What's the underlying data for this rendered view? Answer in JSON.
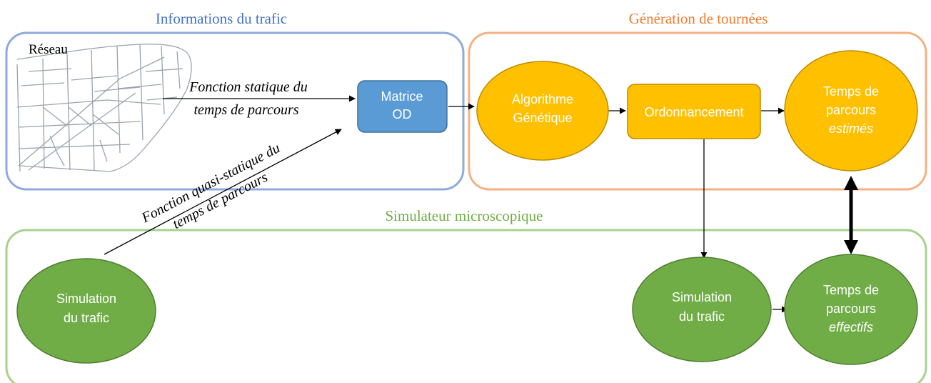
{
  "colors": {
    "traffic": "#8faadc",
    "traffic_title": "#4472c4",
    "tours": "#f4b183",
    "tours_title": "#ed7d31",
    "micro": "#a9d18e",
    "micro_title": "#70ad47",
    "blue_fill": "#5b9bd5",
    "blue_stroke": "#41719c",
    "yellow_fill": "#ffc000",
    "yellow_stroke": "#bc8c00",
    "green_fill": "#70ad47",
    "green_stroke": "#507e32",
    "road": "#9aa3ae"
  },
  "groups": {
    "traffic_info": "Informations du trafic",
    "tour_generation": "Génération de tournées",
    "micro_simulator": "Simulateur microscopique"
  },
  "network": {
    "label": "Réseau"
  },
  "edge_labels": {
    "static_line1": "Fonction statique du",
    "static_line2": "temps de parcours",
    "quasi_line1": "Fonction quasi-statique du",
    "quasi_line2": "temps de parcours"
  },
  "nodes": {
    "matrix": {
      "line1": "Matrice",
      "line2": "OD"
    },
    "genetic": {
      "line1": "Algorithme",
      "line2": "Génétique"
    },
    "scheduling": {
      "line1": "Ordonnancement"
    },
    "estimated": {
      "line1": "Temps de",
      "line2": "parcours",
      "line3": "estimés"
    },
    "sim_left": {
      "line1": "Simulation",
      "line2": "du trafic"
    },
    "sim_right": {
      "line1": "Simulation",
      "line2": "du trafic"
    },
    "effective": {
      "line1": "Temps de",
      "line2": "parcours",
      "line3": "effectifs"
    }
  }
}
